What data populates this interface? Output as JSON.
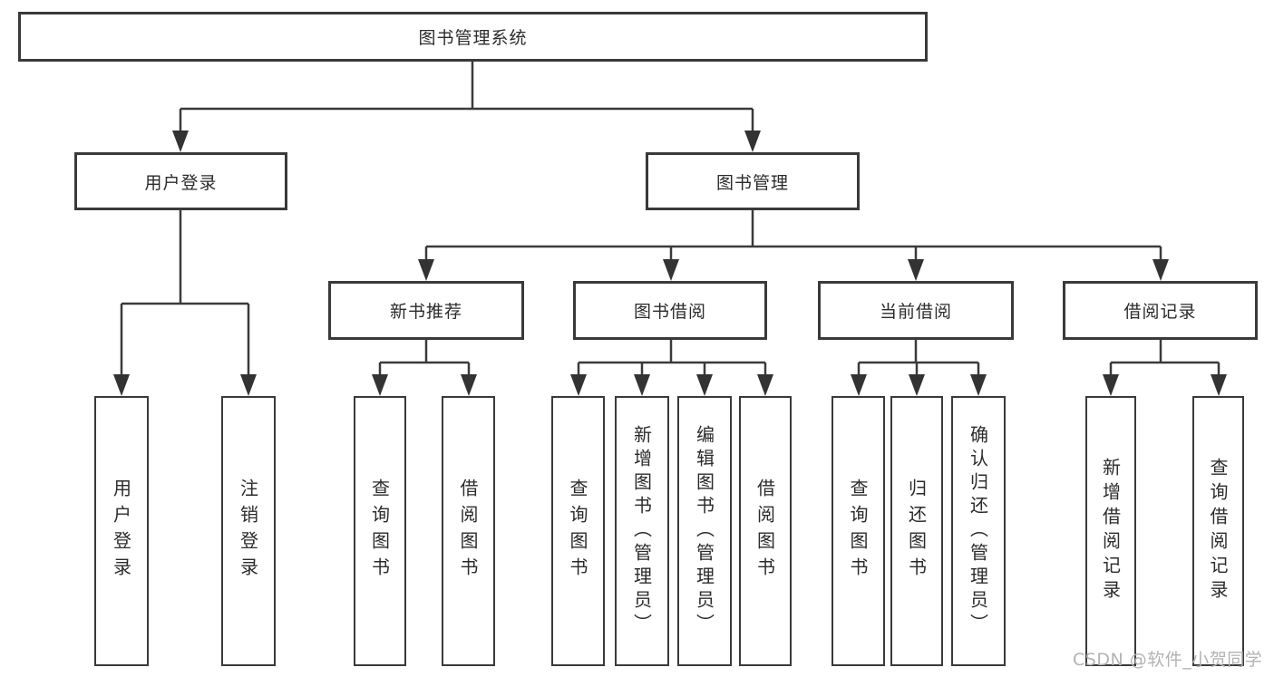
{
  "diagram": {
    "title_note": "functional structure tree",
    "root": {
      "label": "图书管理系统"
    },
    "level2": [
      {
        "label": "用户登录"
      },
      {
        "label": "图书管理"
      }
    ],
    "level3": [
      {
        "parent": "图书管理",
        "label": "新书推荐"
      },
      {
        "parent": "图书管理",
        "label": "图书借阅"
      },
      {
        "parent": "图书管理",
        "label": "当前借阅"
      },
      {
        "parent": "图书管理",
        "label": "借阅记录"
      }
    ],
    "leaves": [
      {
        "parent": "用户登录",
        "label": "用户登录"
      },
      {
        "parent": "用户登录",
        "label": "注销登录"
      },
      {
        "parent": "新书推荐",
        "label": "查询图书"
      },
      {
        "parent": "新书推荐",
        "label": "借阅图书"
      },
      {
        "parent": "图书借阅",
        "label": "查询图书"
      },
      {
        "parent": "图书借阅",
        "label": "新增图书（管理员）"
      },
      {
        "parent": "图书借阅",
        "label": "编辑图书（管理员）"
      },
      {
        "parent": "图书借阅",
        "label": "借阅图书"
      },
      {
        "parent": "当前借阅",
        "label": "查询图书"
      },
      {
        "parent": "当前借阅",
        "label": "归还图书"
      },
      {
        "parent": "当前借阅",
        "label": "确认归还（管理员）"
      },
      {
        "parent": "借阅记录",
        "label": "新增借阅记录"
      },
      {
        "parent": "借阅记录",
        "label": "查询借阅记录"
      }
    ],
    "colors": {
      "box_border": "#3a3a3a",
      "connector": "#3a3a3a",
      "text": "#2b2b2b",
      "background": "#ffffff",
      "watermark": "#b3b3b3"
    }
  },
  "watermark": {
    "text": "CSDN @软件_小贺同学"
  }
}
